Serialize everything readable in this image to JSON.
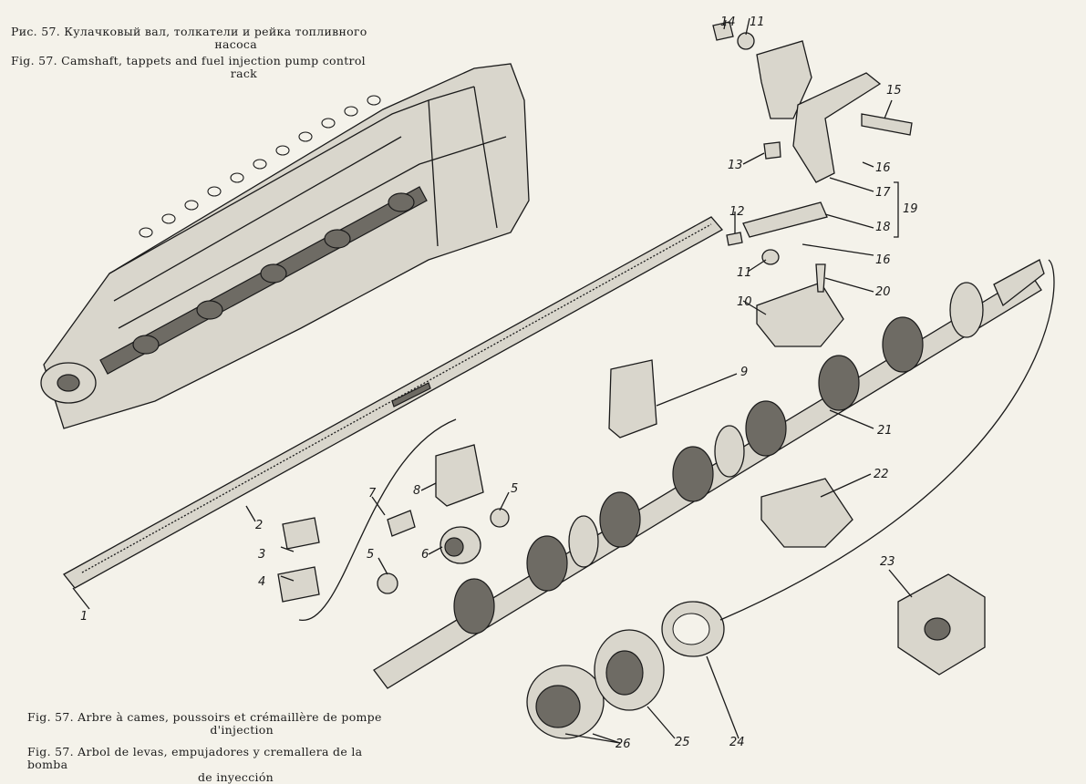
{
  "captions": {
    "ru": {
      "line1": "Рис. 57. Кулачковый вал, толкатели и рейка топливного",
      "line2": "насоса"
    },
    "en": {
      "line1": "Fig. 57. Camshaft, tappets and fuel injection pump control",
      "line2": "rack"
    },
    "fr": {
      "line1": "Fig. 57. Arbre à cames, poussoirs et crémaillère de pompe",
      "line2": "d'injection"
    },
    "es": {
      "line1": "Fig. 57. Arbol de levas, empujadores y cremallera de la bomba",
      "line2": "de inyección"
    }
  },
  "callouts": [
    "1",
    "2",
    "3",
    "4",
    "5",
    "5",
    "6",
    "7",
    "8",
    "9",
    "10",
    "11",
    "11",
    "12",
    "13",
    "14",
    "15",
    "16",
    "16",
    "17",
    "18",
    "19",
    "20",
    "21",
    "22",
    "23",
    "24",
    "25",
    "26"
  ],
  "colors": {
    "paper": "#f4f2ea",
    "ink": "#1a1a1a",
    "shade": "#6e6b64"
  }
}
